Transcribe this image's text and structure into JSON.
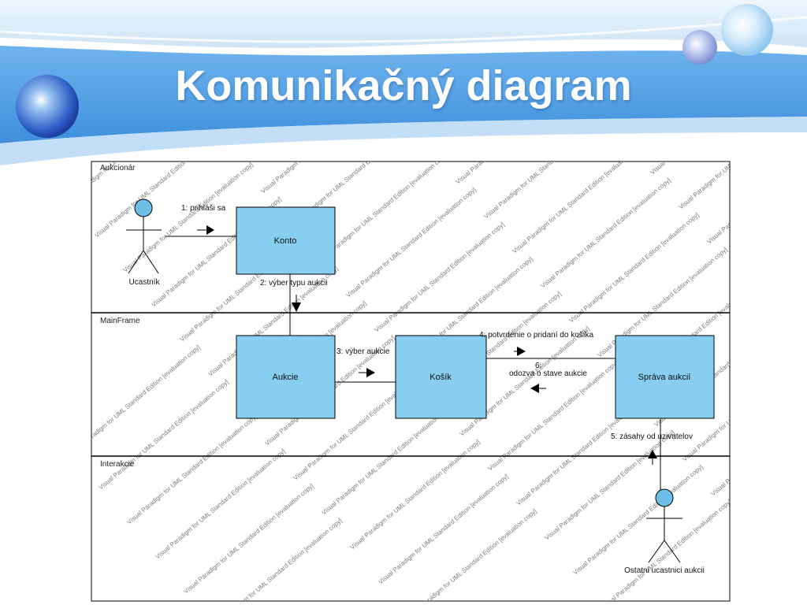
{
  "slide": {
    "title": "Komunikačný diagram"
  },
  "colors": {
    "header_blue": "#4f9ee6",
    "header_light": "#dcecfa",
    "box_fill": "#87cef0",
    "actor_head": "#6cc0e8",
    "line": "#000000"
  },
  "diagram": {
    "lanes": {
      "aukcionar": "Aukcionár",
      "mainframe": "MainFrame",
      "interakcie": "Interakcie"
    },
    "actors": {
      "ucastnik": "Ucastník",
      "ostatni": "Ostatni ucastnici aukcii"
    },
    "boxes": {
      "konto": "Konto",
      "aukcie": "Aukcie",
      "kosik": "Košík",
      "sprava": "Správa aukcií"
    },
    "messages": {
      "m1": "1: prihláši sa",
      "m2": "2: výber typu aukcii",
      "m3": "3: výber aukcie",
      "m4": "4: potvrdenie o pridaní do košíka",
      "m5": "5: zásahy od uzivatelov",
      "m6_num": "6:",
      "m6_text": "odozva o stave aukcie"
    },
    "watermark": "Visual Paradigm for UML Standard Edition [evaluation copy]",
    "icons": {
      "actor": "stick-figure-icon",
      "arrow": "filled-triangle-arrow-icon",
      "bubble": "glossy-sphere-icon"
    }
  }
}
